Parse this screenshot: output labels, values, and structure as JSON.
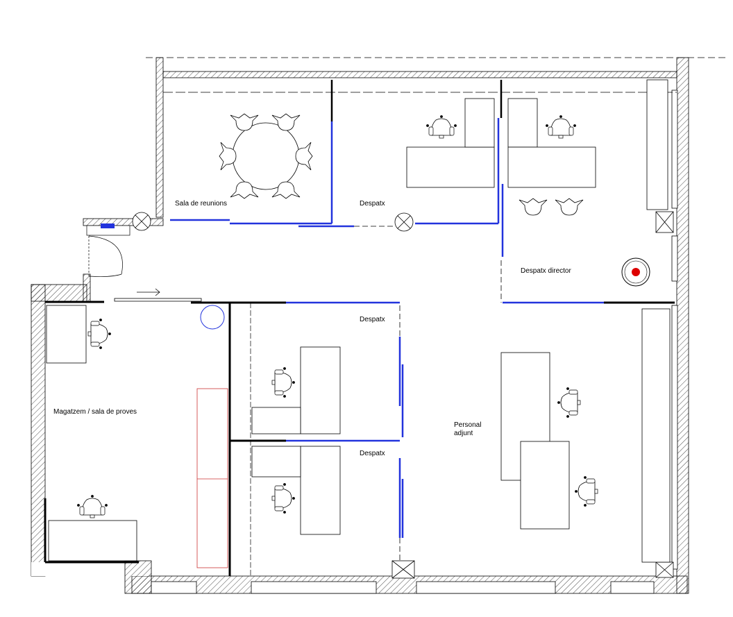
{
  "rooms": {
    "meeting": "Sala de reunions",
    "office_top": "Despatx",
    "director": "Despatx director",
    "office_mid": "Despatx",
    "office_low": "Despatx",
    "storage": "Magatzem / sala de proves",
    "staff_line1": "Personal",
    "staff_line2": "adjunt"
  },
  "colors": {
    "partition": "#2233dd",
    "wall": "#000000",
    "shelf": "#cc3333",
    "alarm": "#dd0000"
  }
}
